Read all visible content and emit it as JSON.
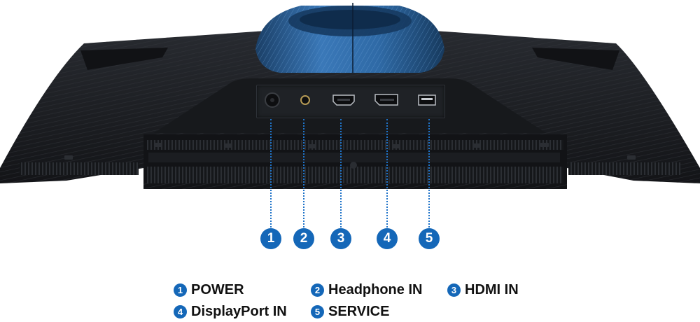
{
  "image": {
    "subject": "Monitor rear/bottom view with rear I/O ports",
    "colors": {
      "accent_blue": "#1467b8",
      "leader_line": "#1f73c8",
      "body_dark": "#1a1c20",
      "stand_blue": "#2e6aa8"
    }
  },
  "ports": [
    {
      "number": "1",
      "name": "POWER",
      "icon": "power-dc-jack-icon"
    },
    {
      "number": "2",
      "name": "Headphone IN",
      "icon": "headphone-jack-icon"
    },
    {
      "number": "3",
      "name": "HDMI IN",
      "icon": "hdmi-port-icon"
    },
    {
      "number": "4",
      "name": "DisplayPort IN",
      "icon": "displayport-icon"
    },
    {
      "number": "5",
      "name": "SERVICE",
      "icon": "usb-port-icon"
    }
  ],
  "legend": {
    "items": [
      {
        "number": "1",
        "label": "POWER"
      },
      {
        "number": "2",
        "label": "Headphone IN"
      },
      {
        "number": "3",
        "label": "HDMI IN"
      },
      {
        "number": "4",
        "label": "DisplayPort IN"
      },
      {
        "number": "5",
        "label": "SERVICE"
      }
    ]
  }
}
